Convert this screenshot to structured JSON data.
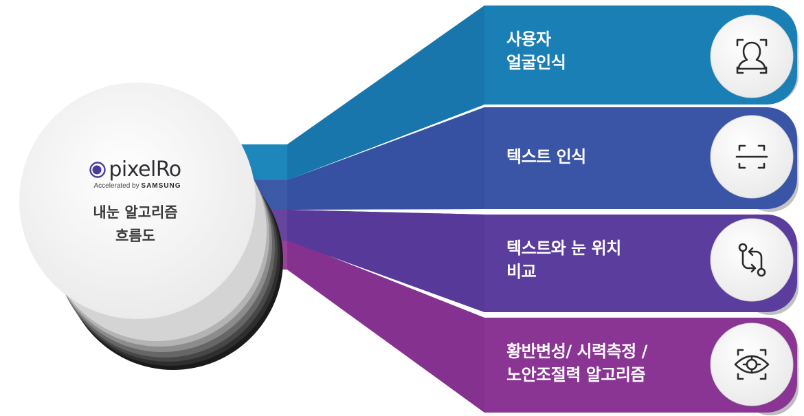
{
  "hub": {
    "brand": "pixelRo",
    "tagline_prefix": "Accelerated by",
    "tagline_brand": "SAMSUNG",
    "title_line1": "내눈 알고리즘",
    "title_line2": "흐름도"
  },
  "branches": [
    {
      "line1": "사용자",
      "line2": "얼굴인식",
      "icon": "face-scan-icon",
      "color": "#1a7fb5"
    },
    {
      "line1": "텍스트 인식",
      "line2": "",
      "icon": "text-scan-icon",
      "color": "#3a55a6"
    },
    {
      "line1": "텍스트와 눈 위치",
      "line2": "비교",
      "icon": "compare-arrows-icon",
      "color": "#5b3d9d"
    },
    {
      "line1": "황반변성/ 시력측정 /",
      "line2": "노안조절력 알고리즘",
      "icon": "eye-scan-icon",
      "color": "#8a3494"
    }
  ],
  "colors": {
    "band1": "#1a7fb5",
    "band2": "#3a55a6",
    "band3": "#5b3d9d",
    "band4": "#8a3494",
    "hub": "#f4f4f4",
    "icon_stroke": "#2b2b2b",
    "logo": "#4a3c9c"
  }
}
